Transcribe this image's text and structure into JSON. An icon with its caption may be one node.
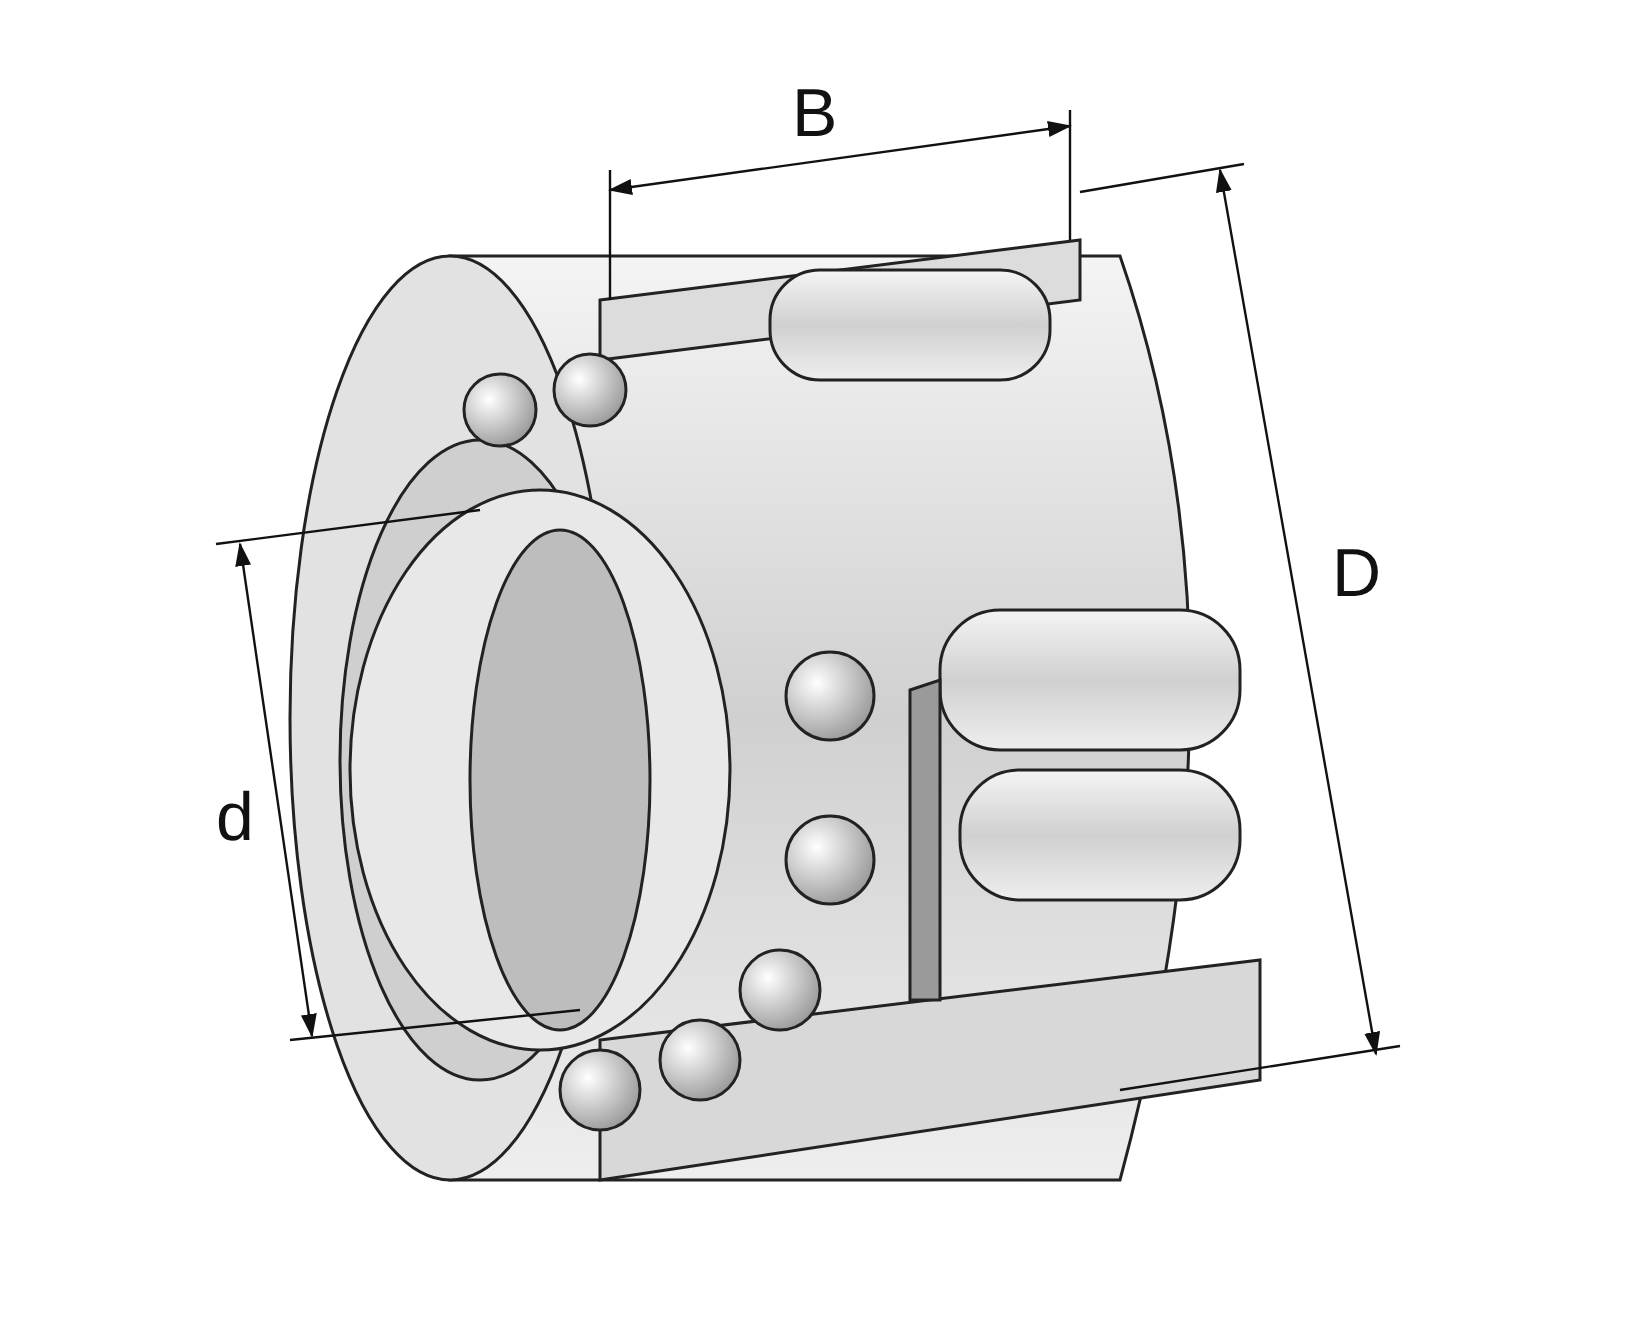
{
  "diagram": {
    "labels": [
      "B",
      "D",
      "d"
    ]
  }
}
